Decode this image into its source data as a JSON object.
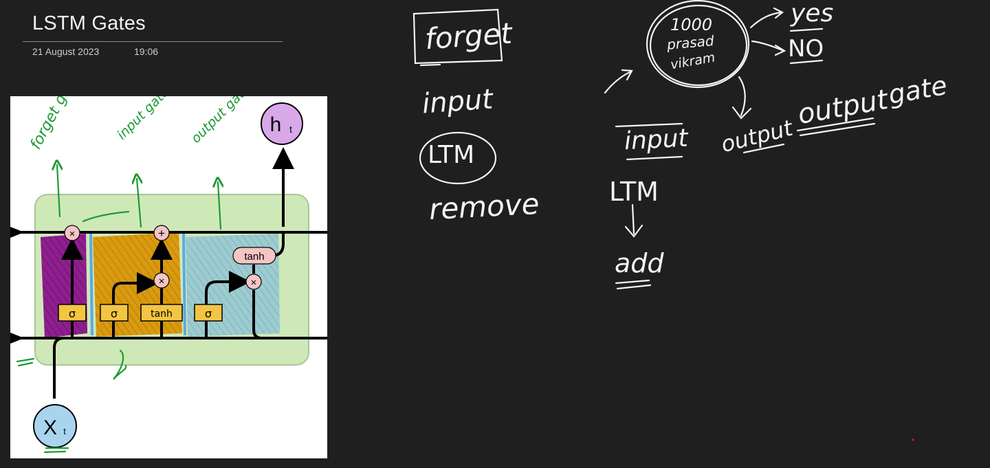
{
  "page": {
    "title": "LSTM Gates",
    "date": "21 August 2023",
    "time": "19:06"
  },
  "diagram": {
    "annotations": {
      "forget_gate": "forget gate",
      "input_gate": "input gate",
      "output_gate": "output gate"
    },
    "symbols": {
      "h_t": "h",
      "h_sub": "t",
      "x_t": "X",
      "x_sub": "t",
      "sigma": "σ",
      "tanh": "tanh",
      "multiply": "×",
      "plus": "+"
    },
    "colors": {
      "forget": "#8e1f8e",
      "input": "#d99a10",
      "output": "#8fc3c9",
      "cell_box": "#cfe8b8",
      "pen_green": "#1c9a34",
      "h_node": "#d8a8e8",
      "x_node": "#a9d4ee"
    }
  },
  "notes": {
    "col1": [
      "forget",
      "input",
      "LTM",
      "remove"
    ],
    "bubble": [
      "1000",
      "prasad",
      "vikram"
    ],
    "bubble_arrows": [
      "yes",
      "NO"
    ],
    "col2": [
      "input",
      "LTM",
      "add"
    ],
    "output_row": [
      "output",
      "output",
      "gate"
    ]
  }
}
